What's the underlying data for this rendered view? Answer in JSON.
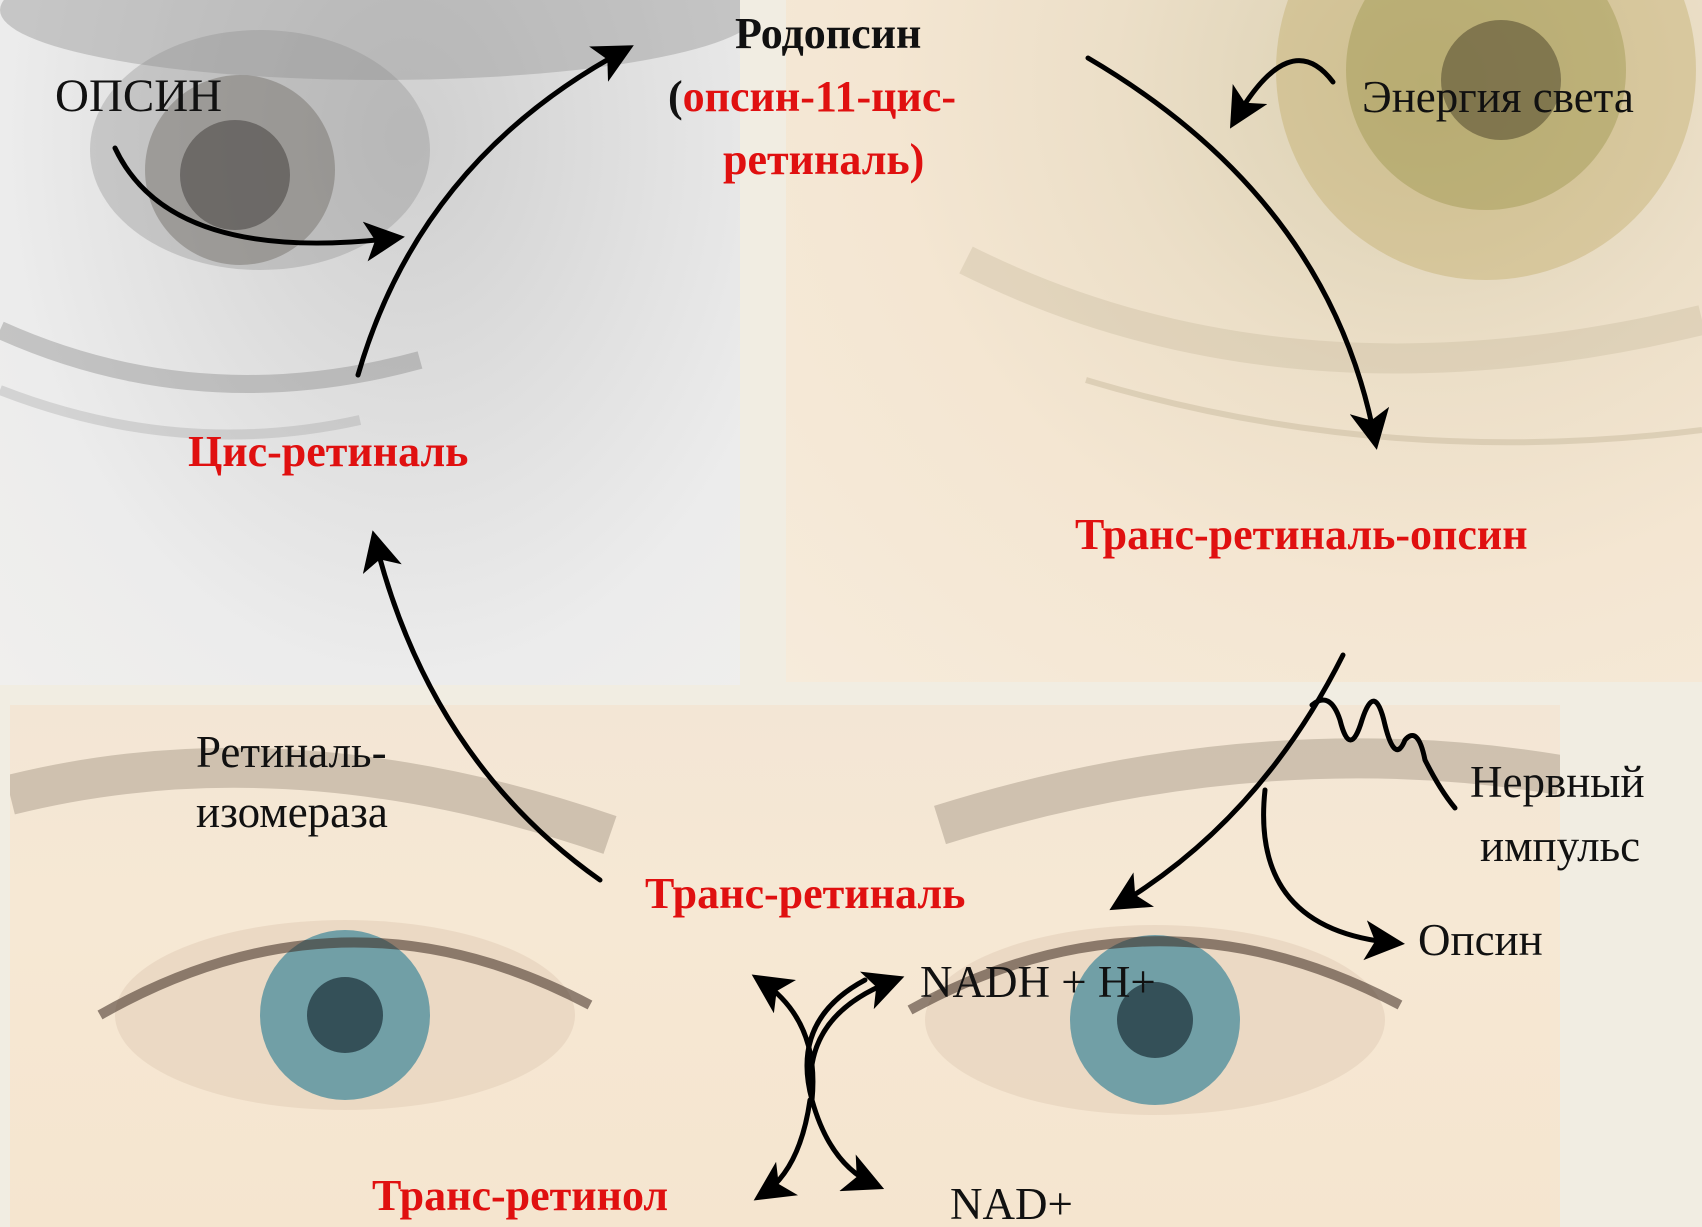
{
  "labels": {
    "opsin_caps": "ОПСИН",
    "rhodopsin": "Родопсин",
    "rhodopsin_paren_open": "(",
    "rhodopsin_detail_line1": "опсин-11-цис-",
    "rhodopsin_detail_line2": "ретиналь",
    "rhodopsin_paren_close": ")",
    "light_energy": "Энергия света",
    "cis_retinal": "Цис-ретиналь",
    "trans_retinal_opsin": "Транс-ретиналь-опсин",
    "retinal_isomerase_line1": "Ретиналь-",
    "retinal_isomerase_line2": "изомераза",
    "nerve_impulse_line1": "Нервный",
    "nerve_impulse_line2": "импульс",
    "trans_retinal": "Транс-ретиналь",
    "opsin": "Опсин",
    "nadh": "NADH + H+",
    "trans_retinol": "Транс-ретинол",
    "nad": "NAD+"
  },
  "colors": {
    "highlight_red": "#e01010",
    "text_black": "#111111",
    "arrow": "#000000"
  }
}
